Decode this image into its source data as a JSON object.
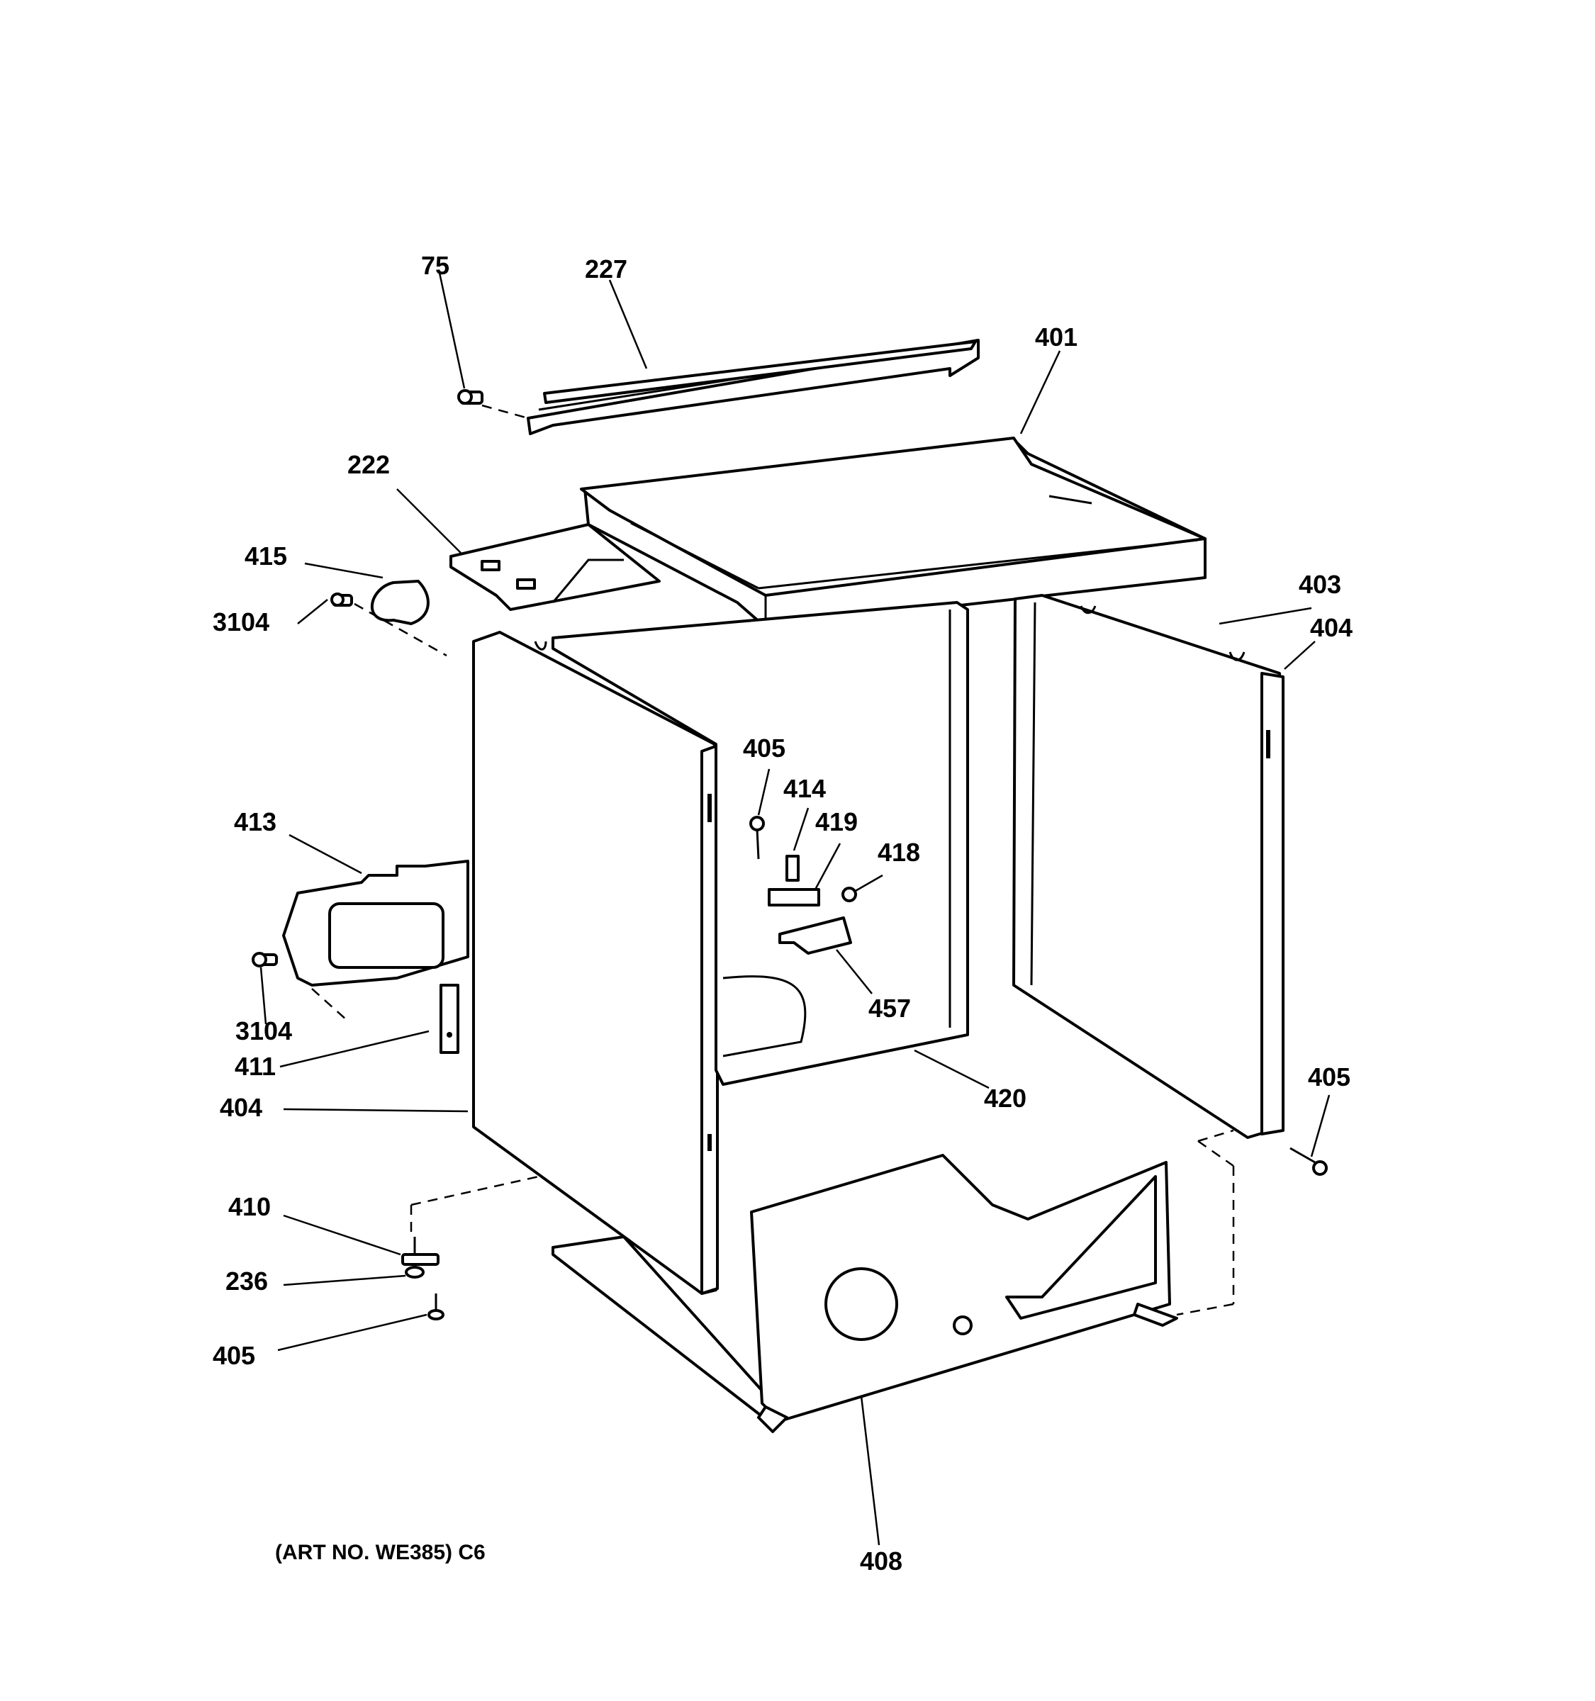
{
  "callouts": [
    {
      "id": "c75",
      "text": "75"
    },
    {
      "id": "c227",
      "text": "227"
    },
    {
      "id": "c401",
      "text": "401"
    },
    {
      "id": "c222",
      "text": "222"
    },
    {
      "id": "c415",
      "text": "415"
    },
    {
      "id": "c3104a",
      "text": "3104"
    },
    {
      "id": "c403",
      "text": "403"
    },
    {
      "id": "c404r",
      "text": "404"
    },
    {
      "id": "c405a",
      "text": "405"
    },
    {
      "id": "c414",
      "text": "414"
    },
    {
      "id": "c419",
      "text": "419"
    },
    {
      "id": "c418",
      "text": "418"
    },
    {
      "id": "c413",
      "text": "413"
    },
    {
      "id": "c457",
      "text": "457"
    },
    {
      "id": "c3104b",
      "text": "3104"
    },
    {
      "id": "c411",
      "text": "411"
    },
    {
      "id": "c404l",
      "text": "404"
    },
    {
      "id": "c420",
      "text": "420"
    },
    {
      "id": "c405b",
      "text": "405"
    },
    {
      "id": "c410",
      "text": "410"
    },
    {
      "id": "c236",
      "text": "236"
    },
    {
      "id": "c405c",
      "text": "405"
    },
    {
      "id": "c408",
      "text": "408"
    }
  ],
  "art_number": "(ART NO. WE385) C6"
}
